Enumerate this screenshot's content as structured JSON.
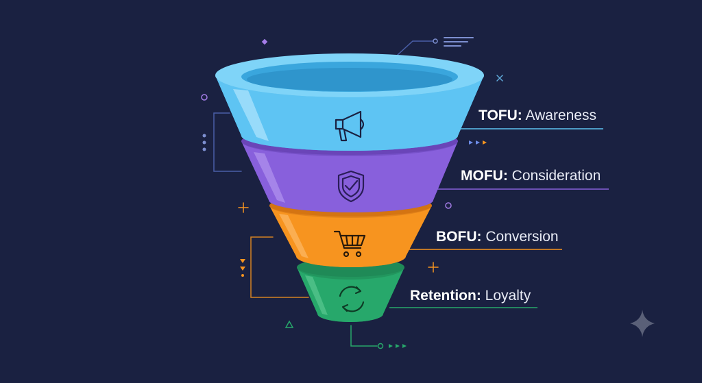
{
  "colors": {
    "background": "#1a2141",
    "tofu": "#5ec4f3",
    "mofu": "#8860dc",
    "bofu": "#f7941f",
    "retention": "#27a86b",
    "accent_line": "#4a5fa8"
  },
  "stages": [
    {
      "key": "TOFU:",
      "label": "Awareness",
      "icon": "megaphone-icon"
    },
    {
      "key": "MOFU:",
      "label": "Consideration",
      "icon": "shield-check-icon"
    },
    {
      "key": "BOFU:",
      "label": "Conversion",
      "icon": "shopping-cart-icon"
    },
    {
      "key": "Retention:",
      "label": "Loyalty",
      "icon": "refresh-cycle-icon"
    }
  ]
}
